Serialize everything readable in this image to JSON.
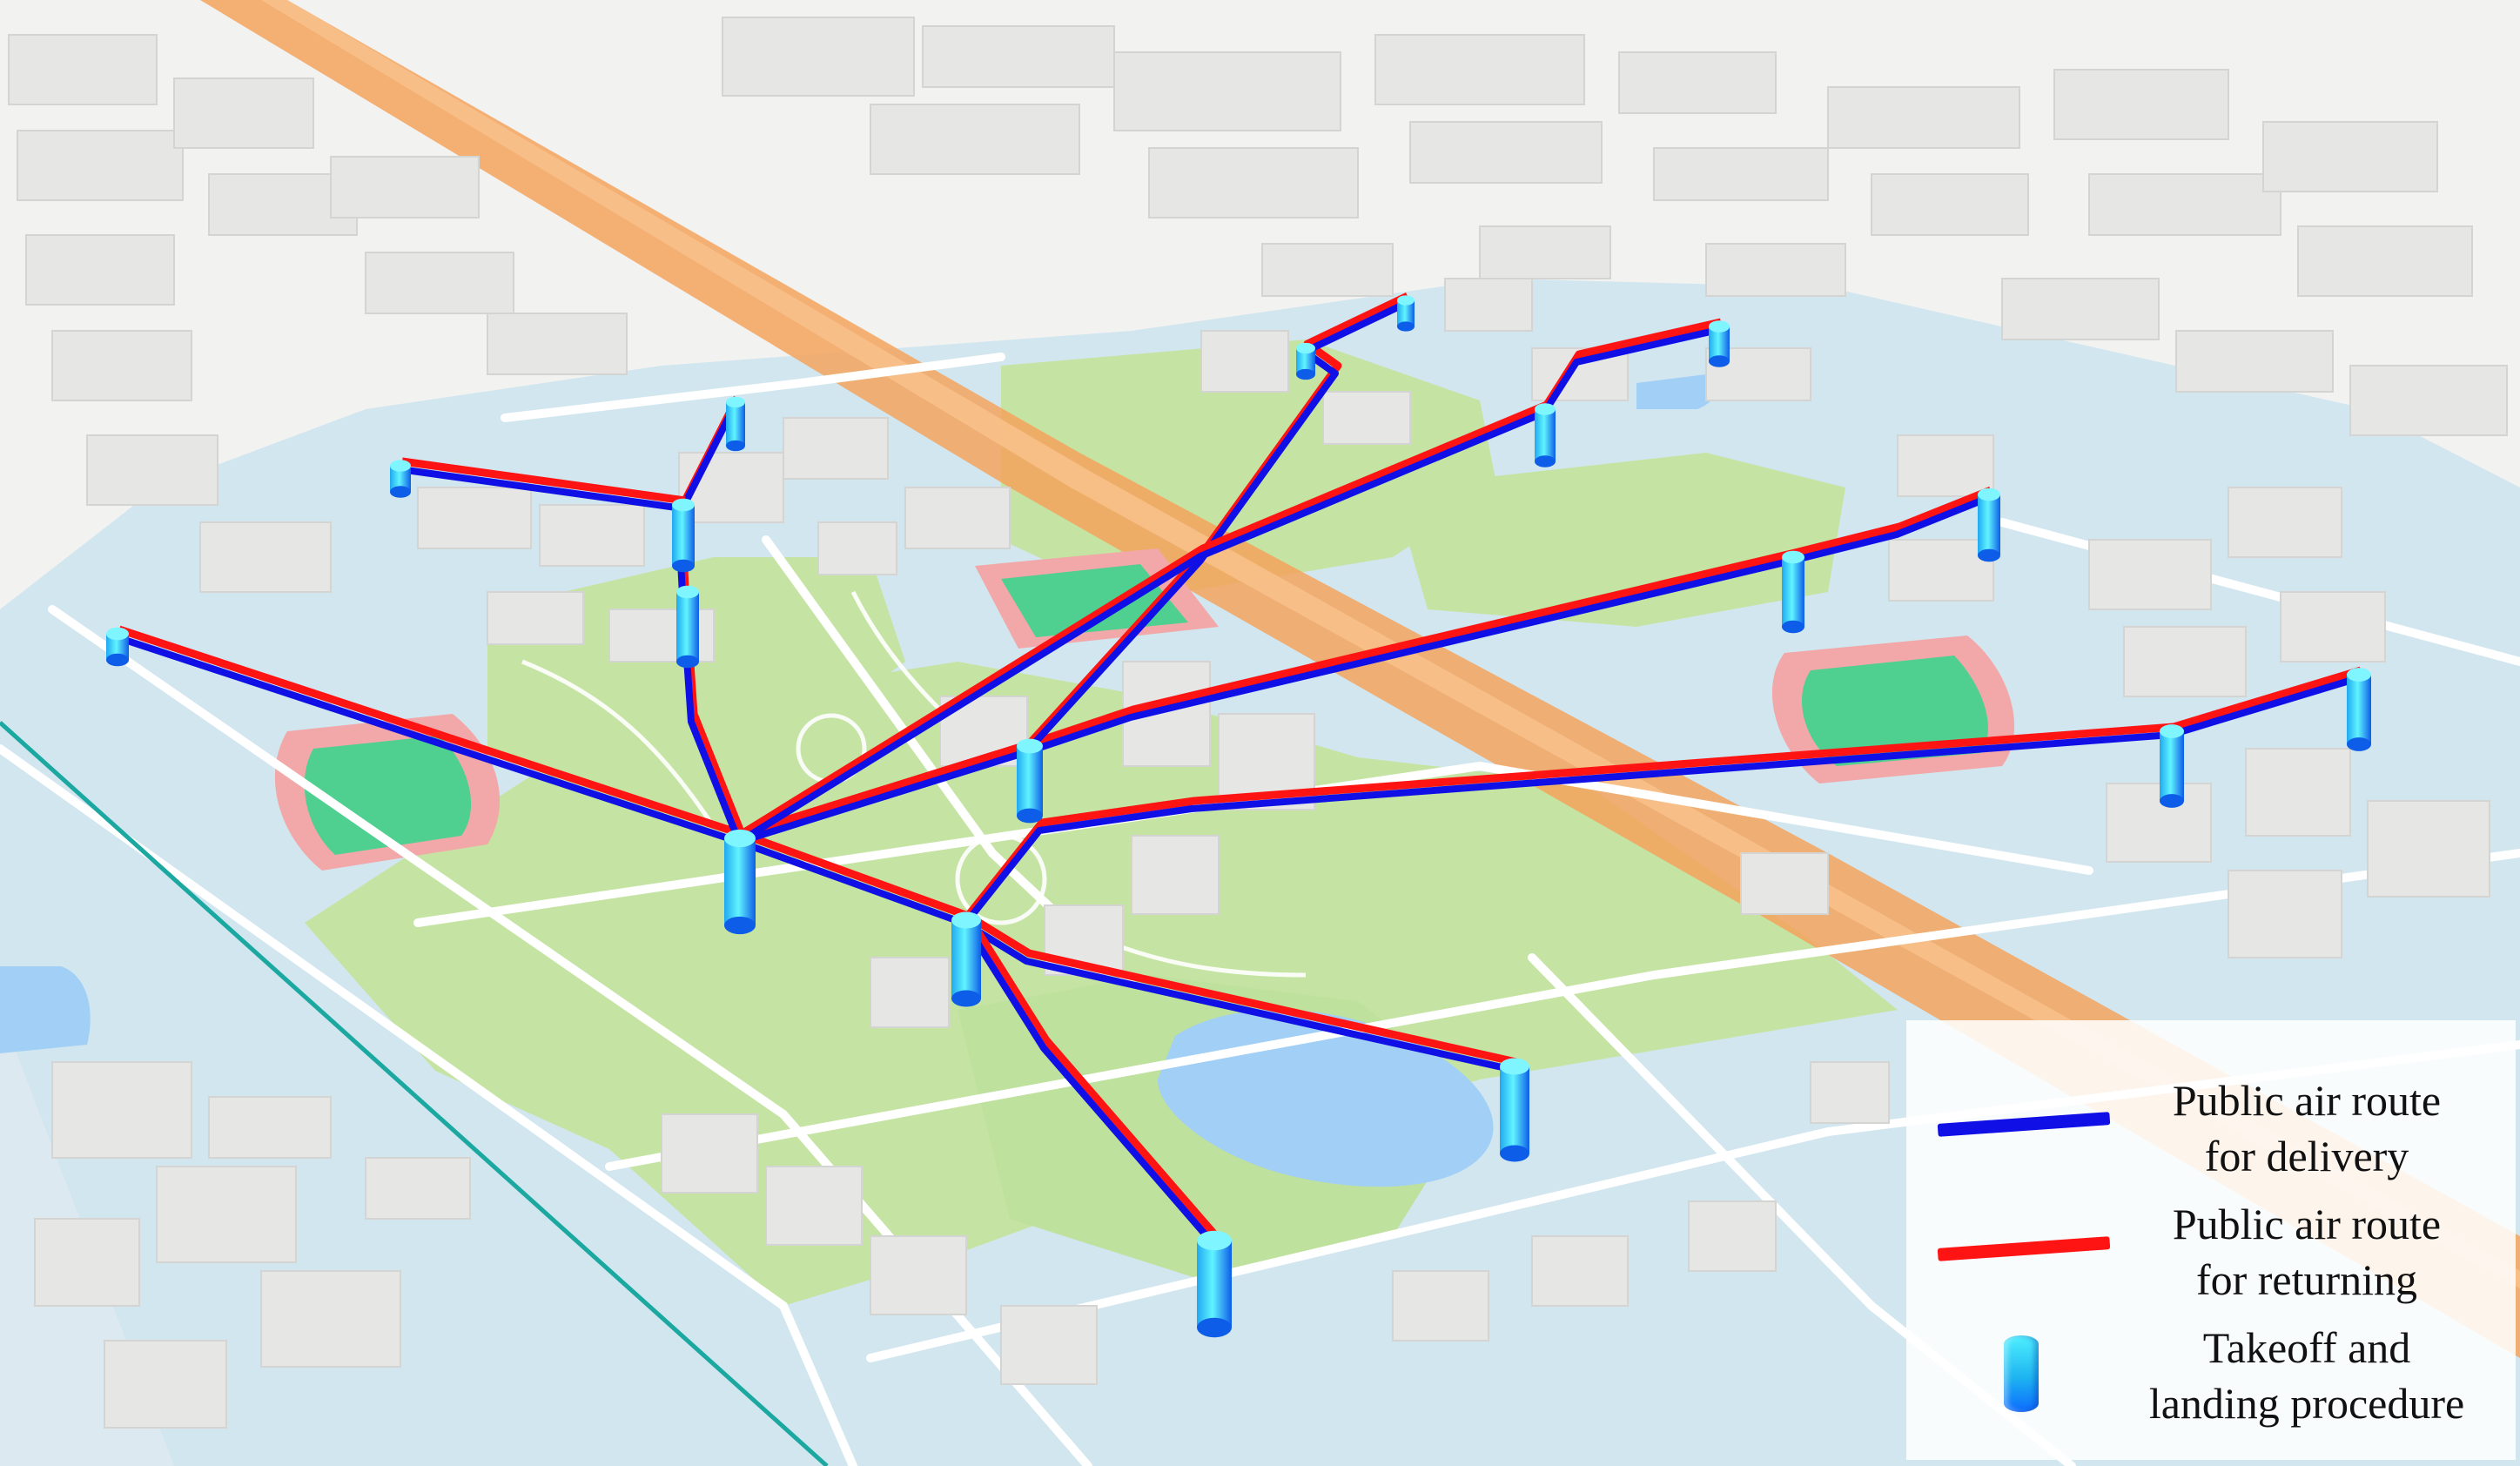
{
  "legend": {
    "delivery": {
      "line1": "Public air route",
      "line2": "for delivery",
      "color": "#1010e6"
    },
    "returning": {
      "line1": "Public air route",
      "line2": "for returning",
      "color": "#ff1414"
    },
    "procedure": {
      "line1": "Takeoff and",
      "line2": "landing procedure",
      "color": "#22c0f0"
    }
  },
  "map_colors": {
    "ground": "#f2f2f1",
    "campus": "#d2e6ef",
    "green": "#c5e4a3",
    "water": "#a2cff5",
    "highway": "#f4a35d",
    "track": "#f2a8a8",
    "field": "#4fd090",
    "building": "#e6e6e4"
  }
}
